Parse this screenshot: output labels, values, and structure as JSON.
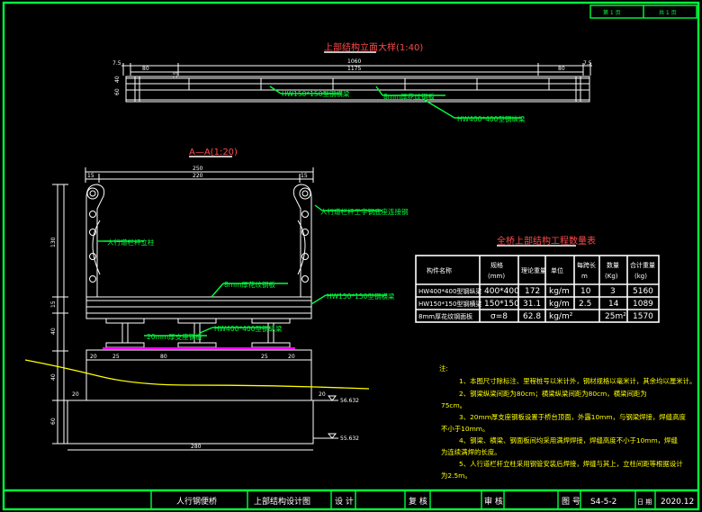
{
  "sheet_corner": {
    "page_label": "第 1 页",
    "total_label": "共 1 页"
  },
  "elevation": {
    "title": "上部结构立面大样(1:40)",
    "dims_top": [
      "7.5",
      "80",
      "1060",
      "80",
      "7.5"
    ],
    "dim_1175": "1175",
    "dim_left_small": "15",
    "dims_left_vertical": [
      "40",
      "60"
    ],
    "labels": {
      "hw150": "HW150*150型钢横梁",
      "plate8": "8mm厚花纹钢板",
      "hw400": "HW400*400型钢纵梁"
    }
  },
  "section": {
    "title": "A—A(1:20)",
    "dims_top": {
      "overall": "250",
      "inner": "220",
      "left": "15",
      "right": "15"
    },
    "dims_left": [
      "130",
      "15",
      "40",
      "40",
      "60"
    ],
    "dims_bottom": [
      "20",
      "25",
      "80",
      "25",
      "20"
    ],
    "dim_base": "280",
    "dims_small": [
      "20",
      "20"
    ],
    "elevations": [
      "56.632",
      "55.632"
    ],
    "labels": {
      "handrail_tie": "人行道栏杆工字钢底座连接钢",
      "post": "人行道栏杆立柱",
      "plate8": "8mm厚花纹钢板",
      "hw150": "HW150*150型钢横梁",
      "plate20": "20mm厚支座钢板",
      "hw400": "HW400*400型钢纵梁"
    }
  },
  "table": {
    "title": "全桥上部结构工程数量表",
    "headers": [
      [
        "构件名称"
      ],
      [
        "规格",
        "(mm)"
      ],
      [
        "理论重量"
      ],
      [
        "单位"
      ],
      [
        "每跨长",
        "m"
      ],
      [
        "数量",
        "(Kg)"
      ],
      [
        "合计重量",
        "(kg)"
      ]
    ],
    "rows": [
      [
        "HW400*400型钢纵梁",
        "400*400",
        "172",
        "kg/m",
        "10",
        "3",
        "5160"
      ],
      [
        "HW150*150型钢横梁",
        "150*150",
        "31.1",
        "kg/m",
        "2.5",
        "14",
        "1089"
      ],
      [
        "8mm厚花纹钢面板",
        "σ=8",
        "62.8",
        "kg/m²",
        "",
        "25m²",
        "1570"
      ]
    ]
  },
  "notes": {
    "title": "注:",
    "lines": [
      "1、本图尺寸除标注、里程桩号以米计外，钢材规格以毫米计，其余均以厘米计。",
      "2、钢梁纵梁间距为80cm；横梁纵梁间距为80cm，横梁间距为",
      "75cm。",
      "3、20mm厚支座钢板设置于桥台顶面，外露10mm，与钢梁焊接，焊缝高度",
      "不小于10mm。",
      "4、钢梁、横梁、钢面板间均采用满焊焊接，焊缝高度不小于10mm，焊缝",
      "为连续满焊的长度。",
      "5、人行道栏杆立柱采用钢管安装后焊接，焊缝与其上，立柱间距等根据设计",
      "为2.5m。"
    ]
  },
  "title_block": {
    "project": "人行钢便桥",
    "drawing_name": "上部结构设计图",
    "design": "设 计",
    "check": "复 核",
    "review": "审 核",
    "drawing_no_label": "图 号",
    "drawing_no": "S4-5-2",
    "date_label": "日 期",
    "date": "2020.12"
  }
}
